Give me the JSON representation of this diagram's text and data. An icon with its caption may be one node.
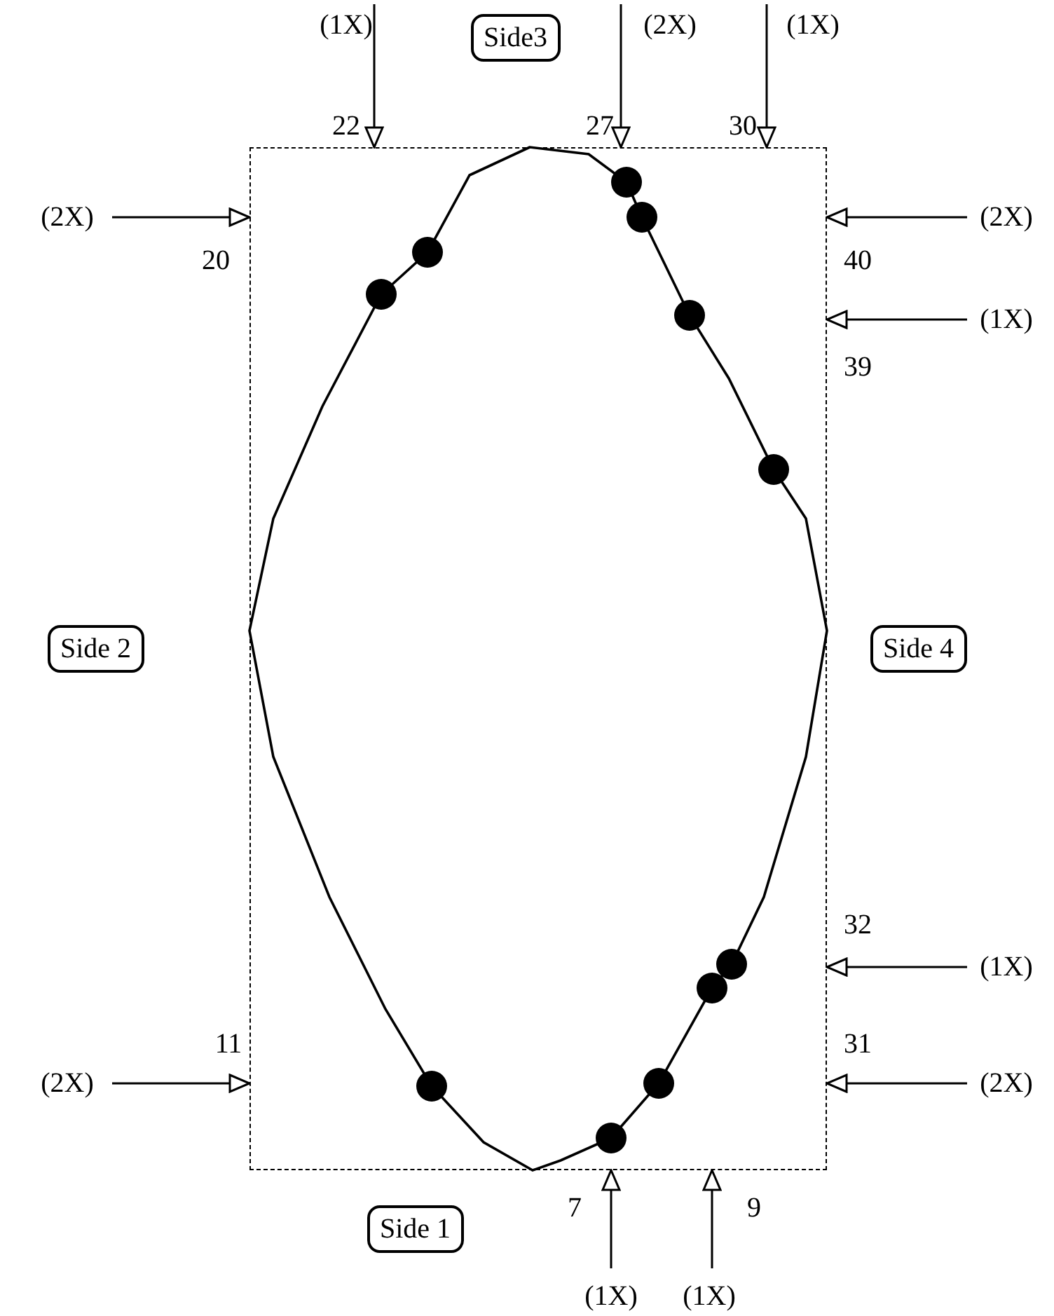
{
  "diagram": {
    "nodes": [
      {
        "text": [],
        "shape": "box"
      },
      {
        "text": [
          "(1X)"
        ]
      },
      {
        "text": [
          "Side3"
        ]
      },
      {
        "text": [
          "(2X)"
        ]
      },
      {
        "text": [
          "(1X)"
        ]
      },
      {
        "text": [
          "(2X)"
        ]
      },
      {
        "text": [
          "(2X)"
        ]
      },
      {
        "text": [
          "(1X)"
        ]
      },
      {
        "text": [
          "Side 2"
        ]
      },
      {
        "text": [
          "Side 4"
        ]
      },
      {
        "text": [
          "(1X)"
        ]
      },
      {
        "text": [
          "(2X)"
        ]
      },
      {
        "text": [
          "(2X)"
        ]
      },
      {
        "text": [
          "Side 1"
        ]
      },
      {
        "text": [
          "(1X)"
        ]
      },
      {
        "text": [
          "(1X)"
        ]
      }
    ],
    "edges": [
      {
        "from": 1,
        "to": 0,
        "arrow": "to"
      },
      {
        "from": 3,
        "to": 0,
        "arrow": "to"
      },
      {
        "from": 4,
        "to": 0,
        "arrow": "to"
      },
      {
        "from": 5,
        "to": 0,
        "arrow": "to"
      },
      {
        "from": 6,
        "to": 0,
        "arrow": "to"
      },
      {
        "from": 7,
        "to": 0,
        "arrow": "to"
      },
      {
        "from": 10,
        "to": 0,
        "arrow": "to"
      },
      {
        "from": 11,
        "to": 0,
        "arrow": "to"
      },
      {
        "from": 12,
        "to": 0,
        "arrow": "to"
      },
      {
        "from": 14,
        "to": 0,
        "arrow": "to"
      },
      {
        "from": 15,
        "to": 0,
        "arrow": "to"
      }
    ],
    "labels": [
      "22",
      "27",
      "30",
      "20",
      "40",
      "39",
      "32",
      "11",
      "31",
      "7",
      "9"
    ]
  }
}
